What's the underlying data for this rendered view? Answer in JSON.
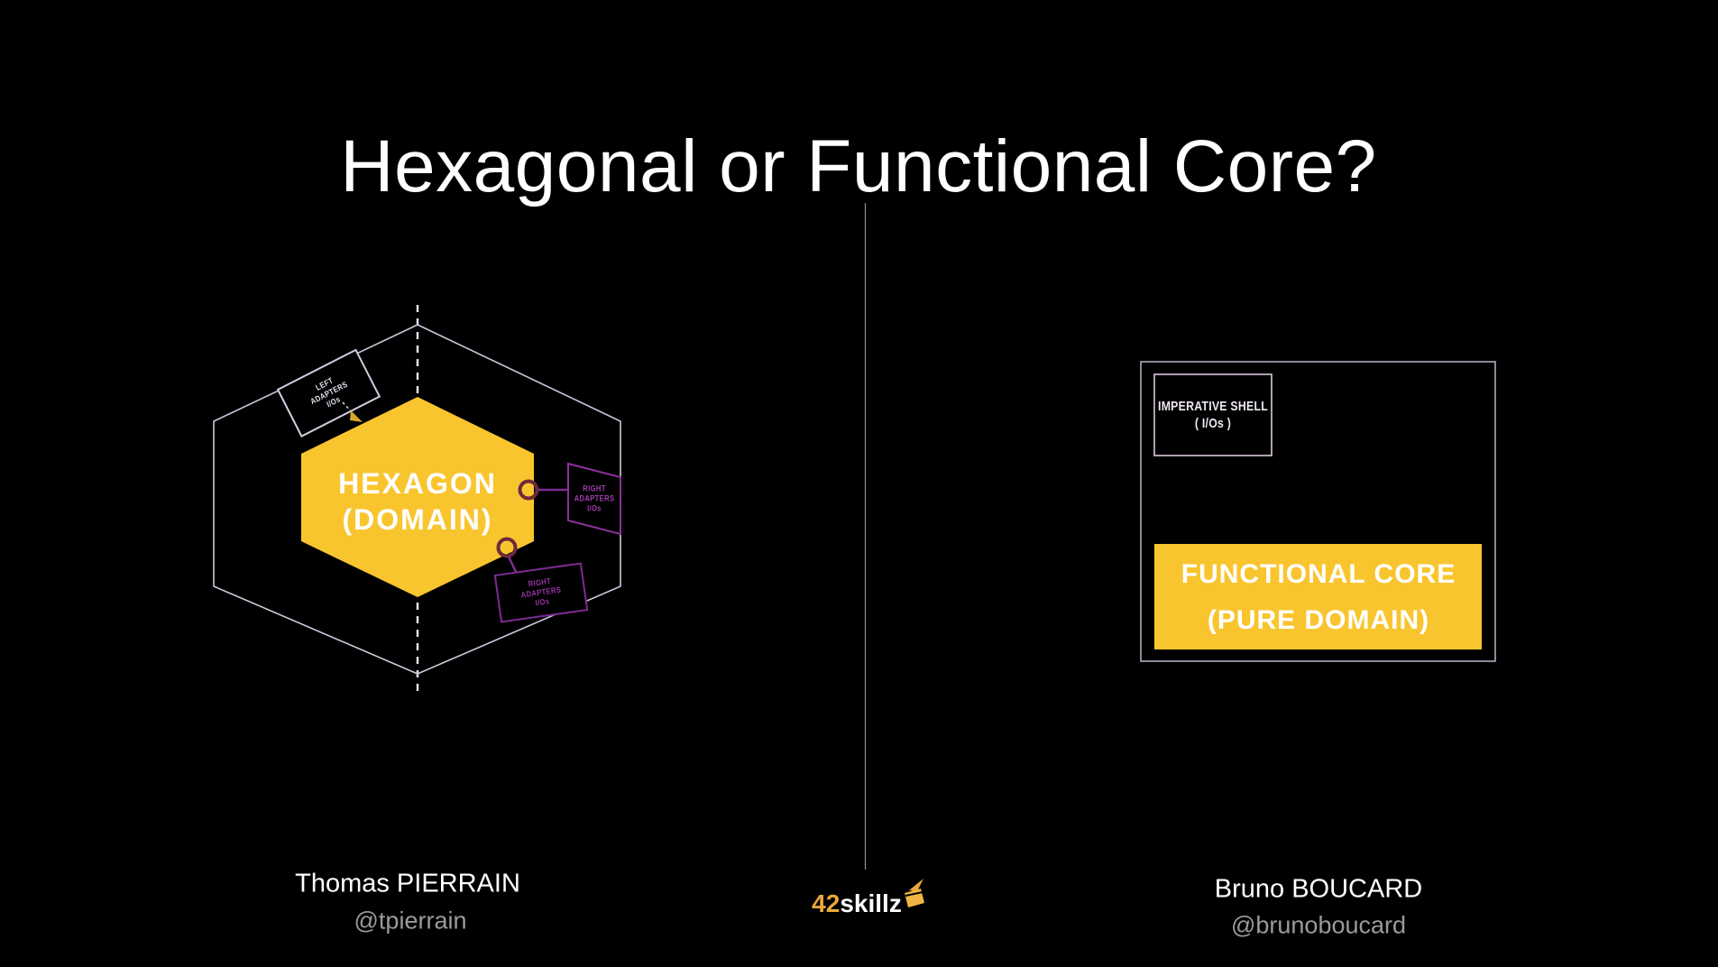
{
  "slide": {
    "title": "Hexagonal or Functional Core?"
  },
  "left_diagram": {
    "hexagon_label": "HEXAGON\n(DOMAIN)",
    "left_adapters_label": "LEFT\nADAPTERS\nI/Os",
    "right_adapters_middle_label": "RIGHT\nADAPTERS\nI/Os",
    "right_adapters_bottom_label": "RIGHT\nADAPTERS\nI/Os"
  },
  "right_diagram": {
    "imperative_shell_label": "IMPERATIVE SHELL\n( I/Os )",
    "functional_core_label": "FUNCTIONAL CORE\n(PURE DOMAIN)"
  },
  "footer": {
    "left_author": {
      "name": "Thomas PIERRAIN",
      "handle": "@tpierrain"
    },
    "right_author": {
      "name": "Bruno BOUCARD",
      "handle": "@brunoboucard"
    },
    "logo": {
      "prefix": "42",
      "suffix": "skillz"
    }
  },
  "colors": {
    "background": "#000000",
    "accent_yellow": "#F9C52E",
    "accent_purple": "#8E2F9C",
    "ring_maroon": "#6E2A3A",
    "outline_lavender": "#D5CCE0",
    "divider_gray": "#8F8F8F",
    "muted_gray": "#9B9B9B",
    "logo_gold": "#E9A83C"
  }
}
